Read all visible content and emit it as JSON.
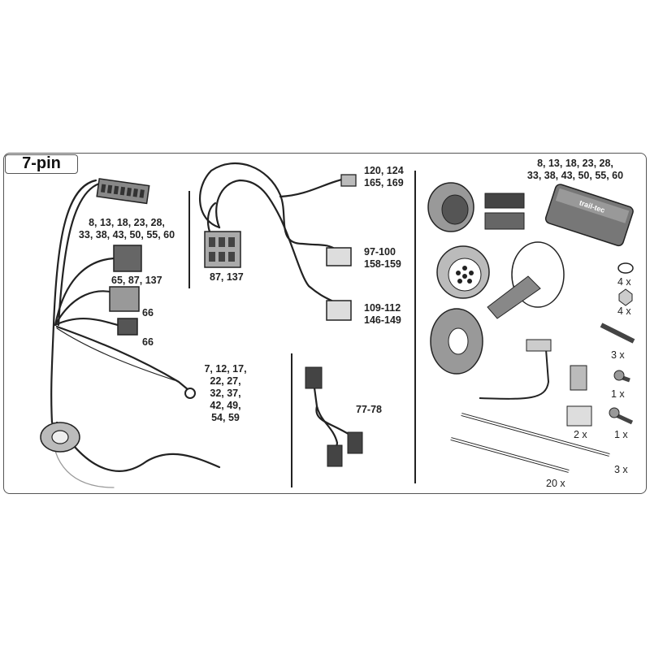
{
  "title": "7-pin",
  "labels": {
    "main_connector": [
      "8, 13, 18, 23, 28,",
      "33, 38, 43, 50, 55, 60"
    ],
    "conn_65": "65, 87, 137",
    "conn_66a": "66",
    "conn_66b": "66",
    "ground": [
      "7, 12, 17,",
      "22, 27,",
      "32, 37,",
      "42, 49,",
      "54, 59"
    ],
    "center_conn": "87, 137",
    "top_right_plug": [
      "120, 124",
      "165, 169"
    ],
    "plug_97": [
      "97-100",
      "158-159"
    ],
    "plug_109": [
      "109-112",
      "146-149"
    ],
    "adapter": "77-78",
    "module": [
      "8, 13, 18, 23, 28,",
      "33, 38, 43, 50, 55, 60"
    ],
    "module_brand": "trail-tec"
  },
  "quantities": {
    "washer": "4 x",
    "nut": "4 x",
    "bolt": "3 x",
    "screw_small": "1 x",
    "screw_self": "1 x",
    "clip": "2 x",
    "cable_tie_short": "3 x",
    "cable_tie_long": "20 x"
  },
  "colors": {
    "line": "#222222",
    "fill_dark": "#555555",
    "fill_mid": "#8a8a8a",
    "fill_light": "#c8c8c8"
  }
}
